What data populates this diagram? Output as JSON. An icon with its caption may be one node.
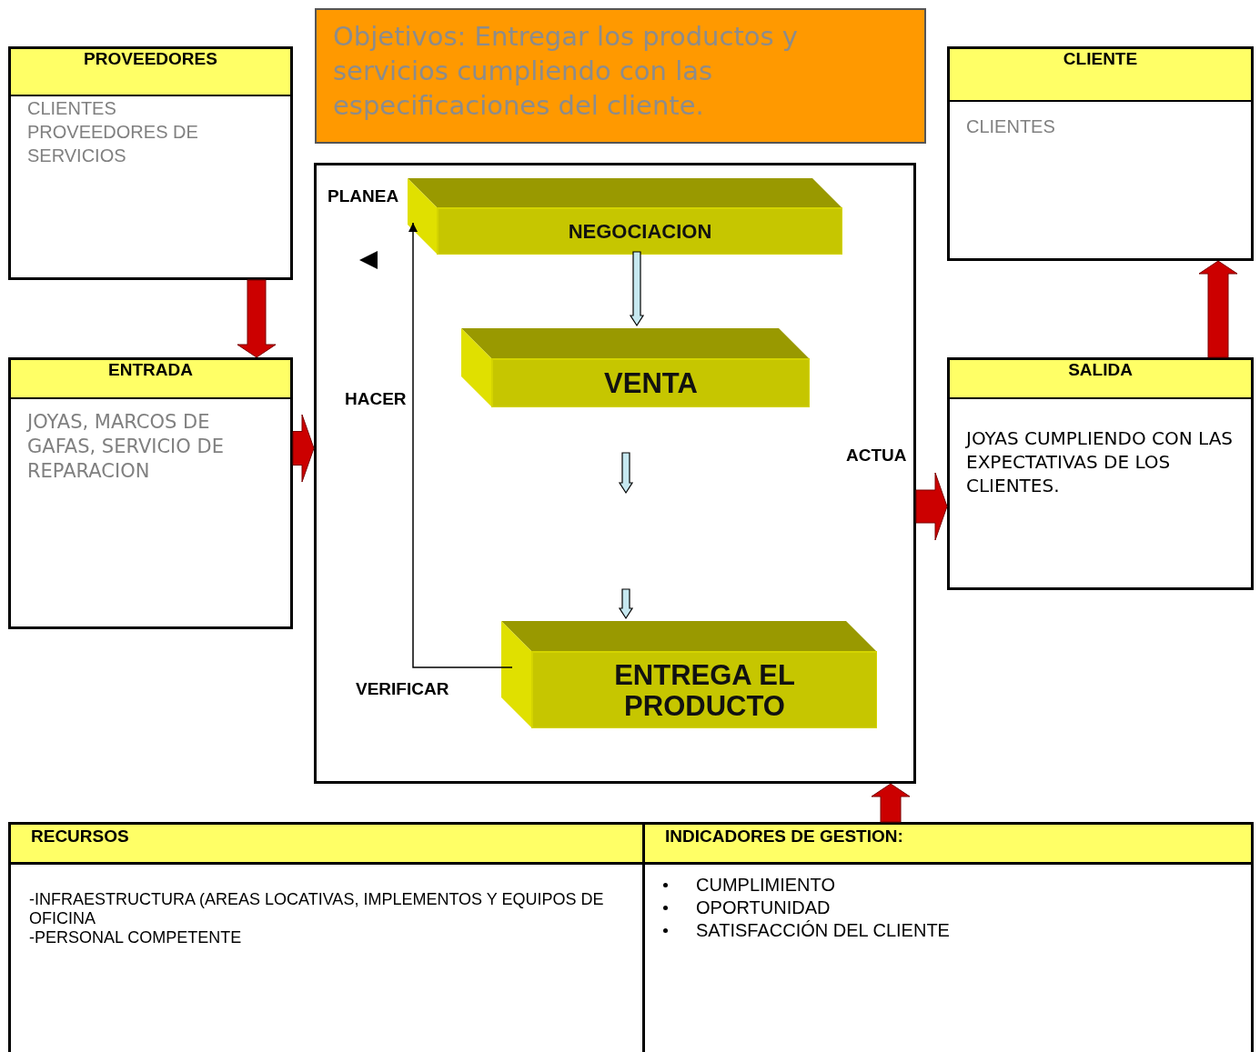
{
  "diagram": {
    "nodes": [
      {
        "text": [
          "Objetivos: Entregar los productos y servicios cumpliendo con las especificaciones del cliente."
        ]
      },
      {
        "text": [
          "PROVEEDORES",
          "CLIENTES PROVEEDORES DE SERVICIOS"
        ]
      },
      {
        "text": [
          "CLIENTE",
          "CLIENTES"
        ]
      },
      {
        "text": [
          "ENTRADA",
          "JOYAS, MARCOS DE GAFAS, SERVICIO DE REPARACION"
        ]
      },
      {
        "text": [
          "PLANEA",
          "HACER",
          "VERIFICAR",
          "ACTUA"
        ]
      },
      {
        "text": [
          "NEGOCIACION"
        ],
        "in": 4
      },
      {
        "text": [
          "VENTA"
        ],
        "in": 4
      },
      {
        "text": [
          "ENTREGA EL PRODUCTO"
        ],
        "in": 4
      },
      {
        "text": [
          "SALIDA",
          "JOYAS CUMPLIENDO CON LAS EXPECTATIVAS DE LOS CLIENTES."
        ]
      },
      {
        "text": [
          "RECURSOS",
          "-INFRAESTRUCTURA (AREAS LOCATIVAS, IMPLEMENTOS Y EQUIPOS DE OFICINA",
          "-PERSONAL COMPETENTE"
        ]
      },
      {
        "text": [
          "INDICADORES DE GESTION:",
          "CUMPLIMIENTO",
          "OPORTUNIDAD",
          "SATISFACCIÓN DEL CLIENTE"
        ]
      }
    ],
    "edges": [
      {
        "from": 1,
        "to": 3,
        "arrow": "to",
        "style": "thick"
      },
      {
        "from": 3,
        "to": 4,
        "arrow": "to",
        "style": "thick"
      },
      {
        "from": 4,
        "to": 8,
        "arrow": "to",
        "style": "thick"
      },
      {
        "from": 8,
        "to": 2,
        "arrow": "to",
        "style": "thick"
      },
      {
        "from": 10,
        "to": 4,
        "arrow": "to",
        "style": "thick"
      },
      {
        "from": 5,
        "to": 6,
        "arrow": "to",
        "color": "#c6e8f0"
      },
      {
        "from": null,
        "to": 7,
        "arrow": "to",
        "color": "#c6e8f0"
      },
      {
        "from": 7,
        "to": 5,
        "arrow": "to",
        "color": "#000000"
      }
    ]
  }
}
